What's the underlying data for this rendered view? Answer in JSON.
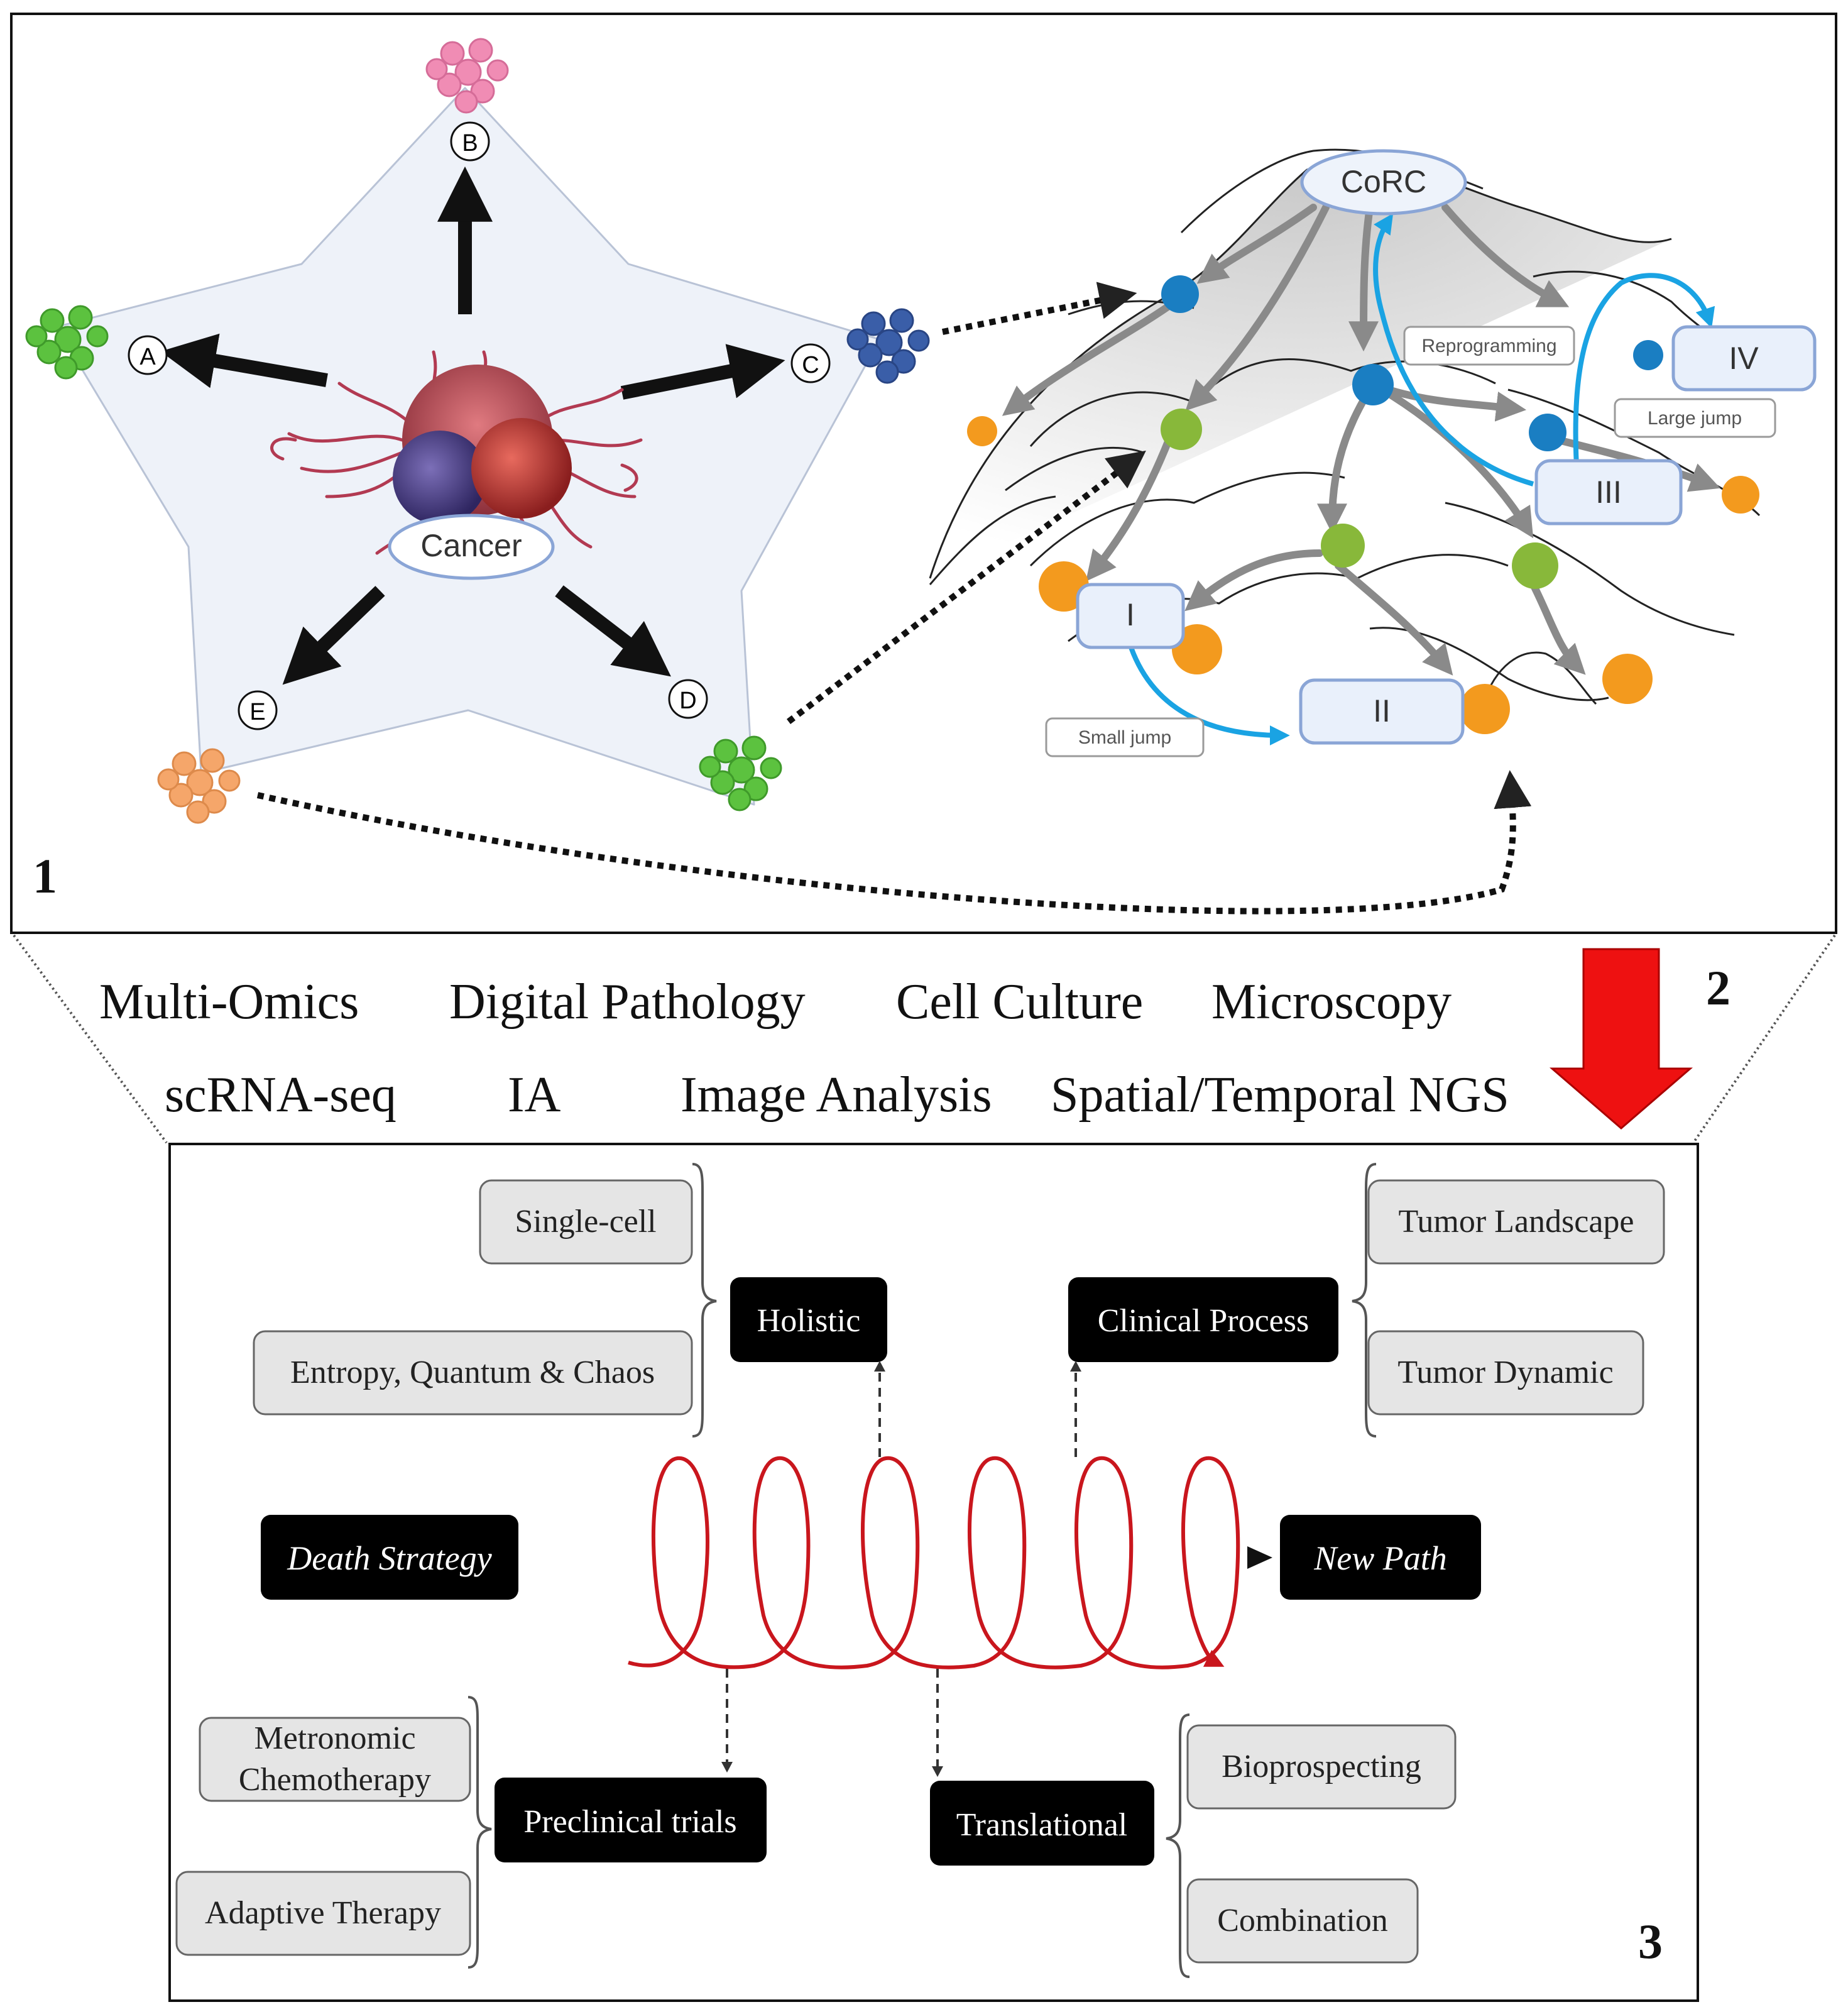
{
  "colors": {
    "star_fill": "#eef2f9",
    "cluster_pink": "#f08cb4",
    "cluster_green": "#5cc23f",
    "cluster_blue": "#3a5ea8",
    "cluster_orange": "#f5a66a",
    "node_blue": "#1a7ec2",
    "node_green": "#88b83a",
    "node_orange": "#f39a1e",
    "jump_blue": "#1aa3e3",
    "state_box_fill": "#e9f0fb",
    "state_box_stroke": "#8aa5d6",
    "spiral_red": "#c9161d",
    "big_arrow_red": "#ee1111",
    "black_box": "#000000",
    "grey_box": "#e5e5e5"
  },
  "panel1": {
    "number": "1",
    "star": {
      "center_label": "Cancer",
      "vertices": [
        {
          "letter": "A",
          "cluster_color": "green"
        },
        {
          "letter": "B",
          "cluster_color": "pink"
        },
        {
          "letter": "C",
          "cluster_color": "blue"
        },
        {
          "letter": "D",
          "cluster_color": "green"
        },
        {
          "letter": "E",
          "cluster_color": "orange"
        }
      ]
    },
    "landscape": {
      "peak_label": "CoRC",
      "states": [
        "I",
        "II",
        "III",
        "IV"
      ],
      "notes": [
        "Reprogramming",
        "Large jump",
        "Small jump"
      ]
    }
  },
  "middle": {
    "number": "2",
    "methods_row1": [
      "Multi-Omics",
      "Digital Pathology",
      "Cell Culture",
      "Microscopy"
    ],
    "methods_row2": [
      "scRNA-seq",
      "IA",
      "Image Analysis",
      "Spatial/Temporal NGS"
    ]
  },
  "panel3": {
    "number": "3",
    "holistic": {
      "label": "Holistic",
      "items": [
        "Single-cell",
        "Entropy, Quantum & Chaos"
      ]
    },
    "clinical": {
      "label": "Clinical Process",
      "items": [
        "Tumor Landscape",
        "Tumor Dynamic"
      ]
    },
    "preclinical": {
      "label": "Preclinical trials",
      "items": [
        "Metronomic Chemotherapy",
        "Adaptive Therapy"
      ]
    },
    "translational": {
      "label": "Translational",
      "items": [
        "Bioprospecting",
        "Combination"
      ]
    },
    "start": "Death Strategy",
    "end": "New Path"
  }
}
